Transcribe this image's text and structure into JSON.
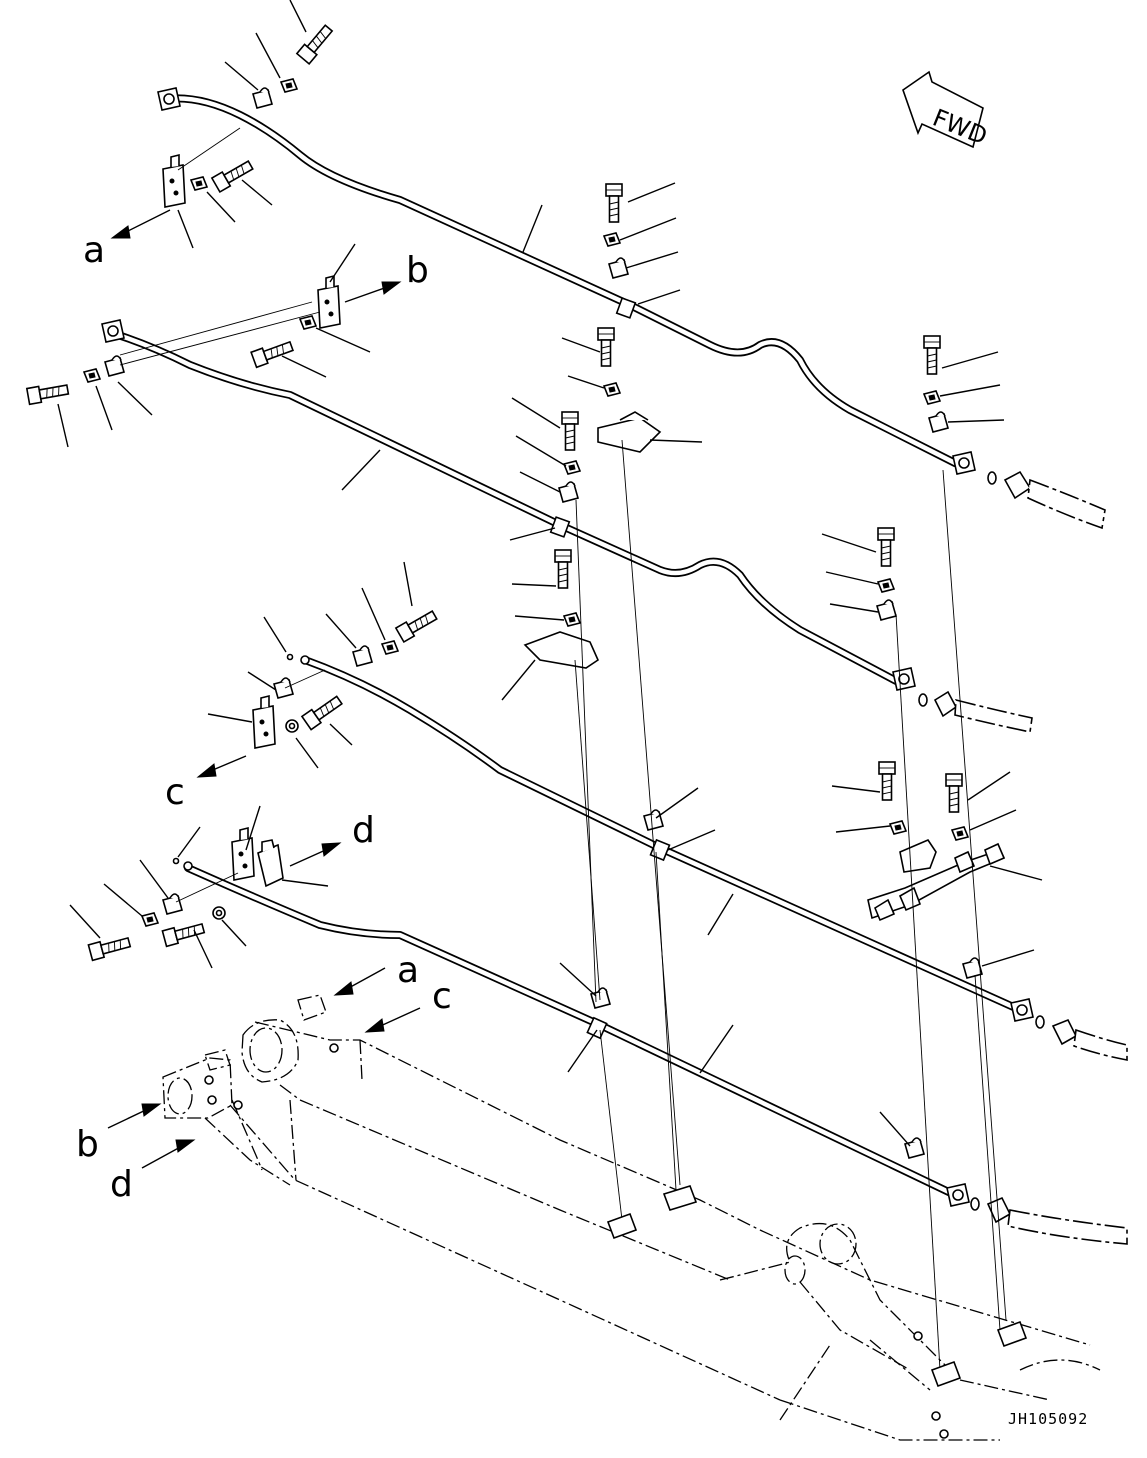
{
  "diagram": {
    "drawing_code": "JH105092",
    "fwd_label": "FWD",
    "view_labels": {
      "a_top": "a",
      "b_top": "b",
      "c_mid": "c",
      "d_mid": "d",
      "a_boom": "a",
      "c_boom": "c",
      "b_boom": "b",
      "d_boom": "d"
    }
  }
}
